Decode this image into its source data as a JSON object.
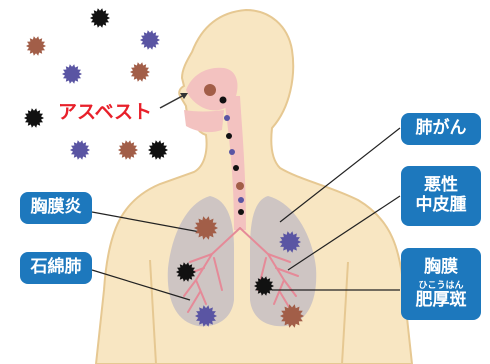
{
  "labels": {
    "asbestos": "アスベスト",
    "lung_cancer": "肺がん",
    "mesothelioma_line1": "悪性",
    "mesothelioma_line2": "中皮腫",
    "pleurisy": "胸膜炎",
    "asbestosis": "石綿肺",
    "plaque_line1": "胸膜",
    "plaque_ruby": "ひこうはん",
    "plaque_line2": "肥厚斑"
  },
  "colors": {
    "skin": "#f8e6c2",
    "skin_outline": "#e6c892",
    "airway": "#f3c2c0",
    "lung": "#c9c1c3",
    "label_box": "#1d78bd",
    "asbestos_text": "#e8202a",
    "particle_black": "#111111",
    "particle_purple": "#5a55a3",
    "particle_brown": "#a25e48",
    "bronchi": "#e58a98"
  }
}
